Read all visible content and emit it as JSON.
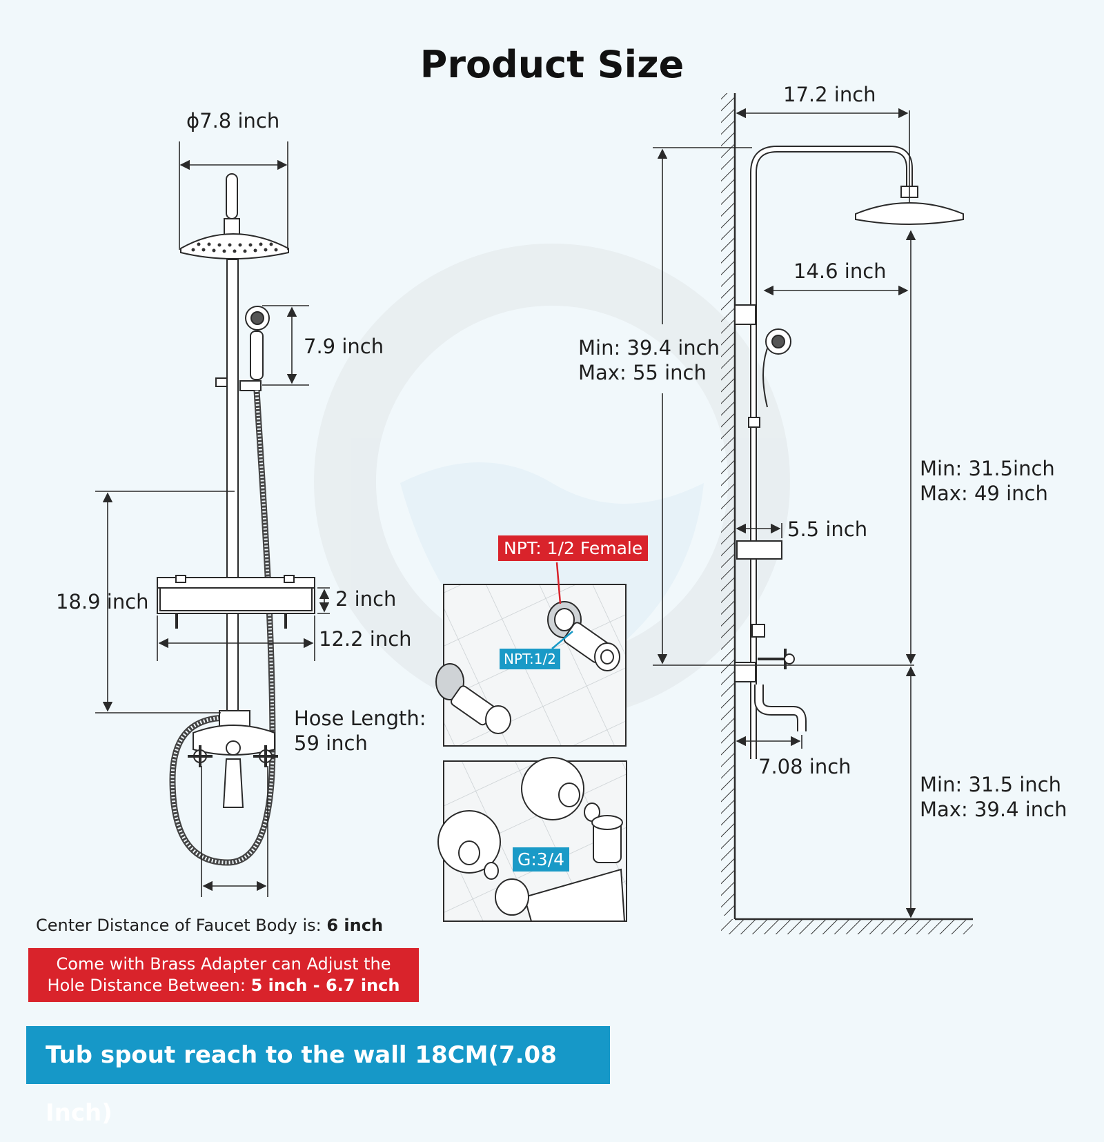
{
  "title": "Product Size",
  "left_view": {
    "showerhead_diameter": "ϕ7.8 inch",
    "handheld_length": "7.9 inch",
    "shelf_vertical": "18.9 inch",
    "shelf_height": "2 inch",
    "shelf_width": "12.2 inch",
    "hose_label": "Hose Length:",
    "hose_value": "59 inch",
    "center_distance_prefix": "Center Distance of Faucet Body is: ",
    "center_distance_value": "6 inch"
  },
  "adapter_note": {
    "line1": "Come with Brass Adapter can Adjust the",
    "line2_prefix": "Hole Distance Between: ",
    "line2_value": "5 inch - 6.7 inch"
  },
  "detail_tags": {
    "npt_female": "NPT: 1/2 Female",
    "npt": "NPT:1/2",
    "g": "G:3/4"
  },
  "right_view": {
    "arm_reach": "17.2 inch",
    "arm_inner": "14.6 inch",
    "rise_min": "Min: 39.4 inch",
    "rise_max": "Max: 55 inch",
    "head_min": "Min: 31.5inch",
    "head_max": "Max: 49 inch",
    "shelf_depth": "5.5 inch",
    "spout_reach": "7.08 inch",
    "valve_min": "Min: 31.5 inch",
    "valve_max": "Max: 39.4 inch"
  },
  "banner": "Tub spout reach to the wall 18CM(7.08 Inch)",
  "colors": {
    "background": "#f1f8fb",
    "red": "#d9232b",
    "blue": "#1698c8",
    "line": "#2a2a2a"
  }
}
